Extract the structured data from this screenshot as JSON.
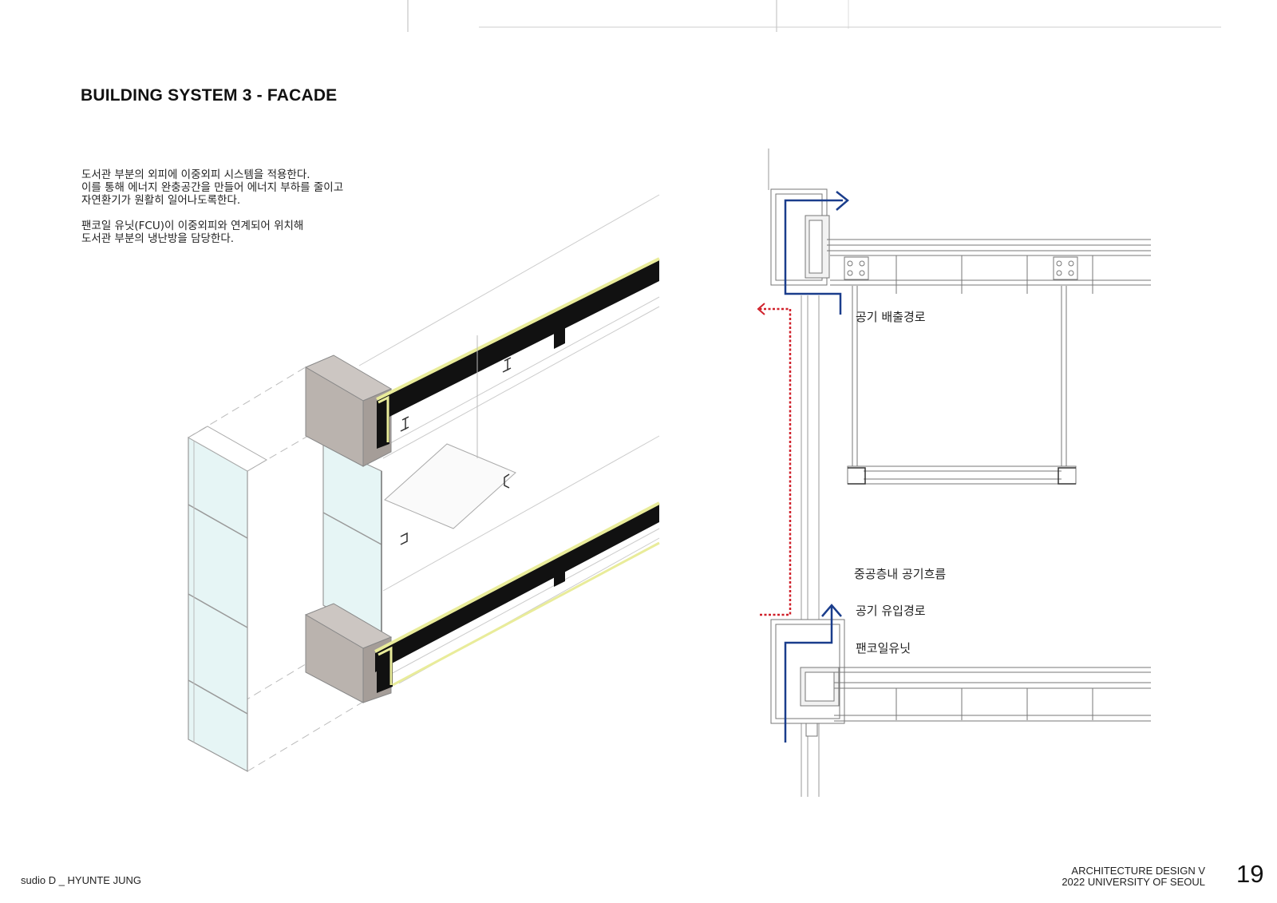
{
  "page": {
    "title": "BUILDING SYSTEM 3 - FACADE",
    "paragraph1": [
      "도서관 부분의 외피에 이중외피 시스템을 적용한다.",
      "이를 통해 에너지 완충공간을 만들어 에너지 부하를 줄이고",
      "자연환기가 원활히 일어나도록한다."
    ],
    "paragraph2": [
      "팬코일 유닛(FCU)이 이중외피와 연계되어 위치해",
      "도서관 부분의 냉난방을 담당한다."
    ]
  },
  "section_labels": {
    "exhaust_path": "공기 배출경로",
    "cavity_airflow": "중공층내 공기흐름",
    "intake_path": "공기 유입경로",
    "fan_coil_unit": "팬코일유닛"
  },
  "footer": {
    "studio": "sudio D _ HYUNTE JUNG",
    "course": "ARCHITECTURE DESIGN V",
    "school": "2022 UNIVERSITY OF SEOUL",
    "page_number": "19"
  },
  "colors": {
    "airflow_blue": "#1a3d8c",
    "cavity_red": "#d0202a",
    "glass": "#e6f5f5",
    "insulation": "#e9ec9a",
    "mullion_box": "#b9b2ad"
  }
}
